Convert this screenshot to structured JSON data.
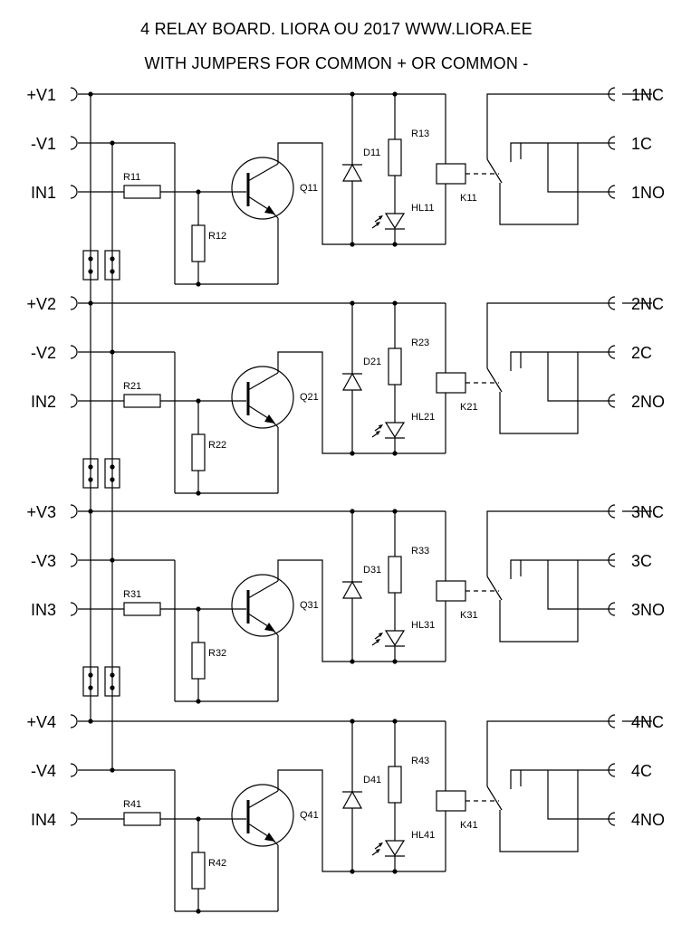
{
  "header": {
    "line1": "4 RELAY BOARD. LIORA OU 2017   WWW.LIORA.EE",
    "line2": "WITH JUMPERS FOR COMMON + OR COMMON -"
  },
  "channels": [
    {
      "vplus": "+V1",
      "vminus": "-V1",
      "input": "IN1",
      "base_resistor": "R11",
      "pulldown_resistor": "R12",
      "transistor": "Q11",
      "diode": "D11",
      "led_resistor": "R13",
      "led": "HL11",
      "relay": "K11",
      "nc": "1NC",
      "c": "1C",
      "no": "1NO"
    },
    {
      "vplus": "+V2",
      "vminus": "-V2",
      "input": "IN2",
      "base_resistor": "R21",
      "pulldown_resistor": "R22",
      "transistor": "Q21",
      "diode": "D21",
      "led_resistor": "R23",
      "led": "HL21",
      "relay": "K21",
      "nc": "2NC",
      "c": "2C",
      "no": "2NO"
    },
    {
      "vplus": "+V3",
      "vminus": "-V3",
      "input": "IN3",
      "base_resistor": "R31",
      "pulldown_resistor": "R32",
      "transistor": "Q31",
      "diode": "D31",
      "led_resistor": "R33",
      "led": "HL31",
      "relay": "K31",
      "nc": "3NC",
      "c": "3C",
      "no": "3NO"
    },
    {
      "vplus": "+V4",
      "vminus": "-V4",
      "input": "IN4",
      "base_resistor": "R41",
      "pulldown_resistor": "R42",
      "transistor": "Q41",
      "diode": "D41",
      "led_resistor": "R43",
      "led": "HL41",
      "relay": "K41",
      "nc": "4NC",
      "c": "4C",
      "no": "4NO"
    }
  ]
}
